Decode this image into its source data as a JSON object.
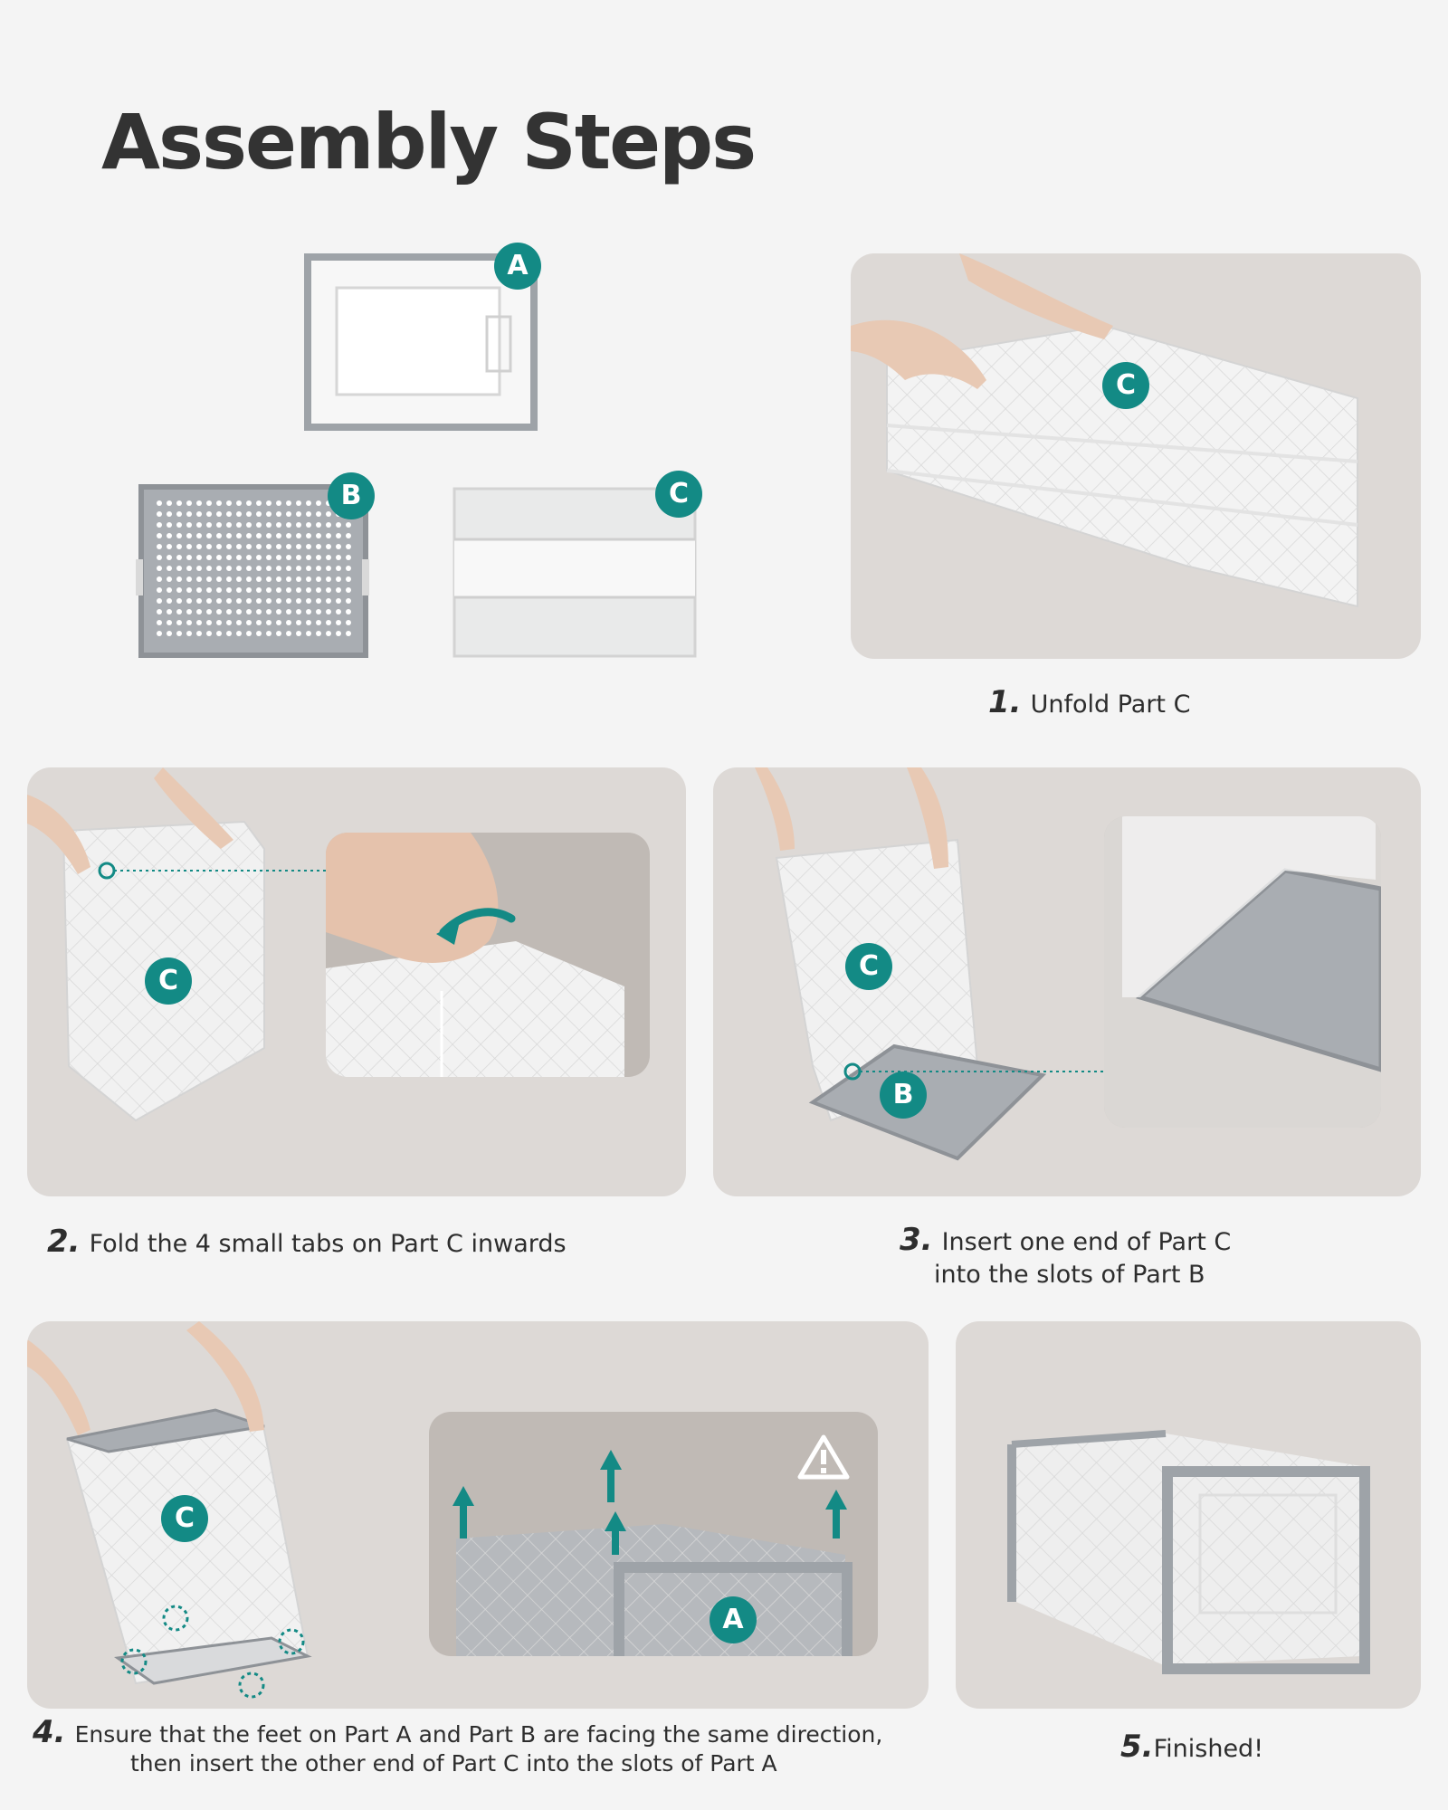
{
  "title": "Assembly Steps",
  "badges": {
    "a": "A",
    "b": "B",
    "c": "C"
  },
  "steps": [
    {
      "num": "1.",
      "text": "Unfold Part C"
    },
    {
      "num": "2.",
      "text": "Fold the 4 small tabs on Part C inwards"
    },
    {
      "num": "3.",
      "line1": "Insert one end of Part C",
      "line2": "into the slots of Part B"
    },
    {
      "num": "4.",
      "line1": "Ensure that the feet on Part A and Part B are facing the same direction,",
      "line2": "then insert the other end of Part C into the slots of Part A"
    },
    {
      "num": "5.",
      "text": "Finished!"
    }
  ],
  "colors": {
    "teal": "#138a85",
    "panel": "#ddd9d6",
    "inset": "#bdb7b3",
    "grey_frame": "#9ea3a8"
  },
  "icons": [
    "warning-icon",
    "arrow-up-icon",
    "curved-arrow-icon",
    "hand-icon"
  ]
}
